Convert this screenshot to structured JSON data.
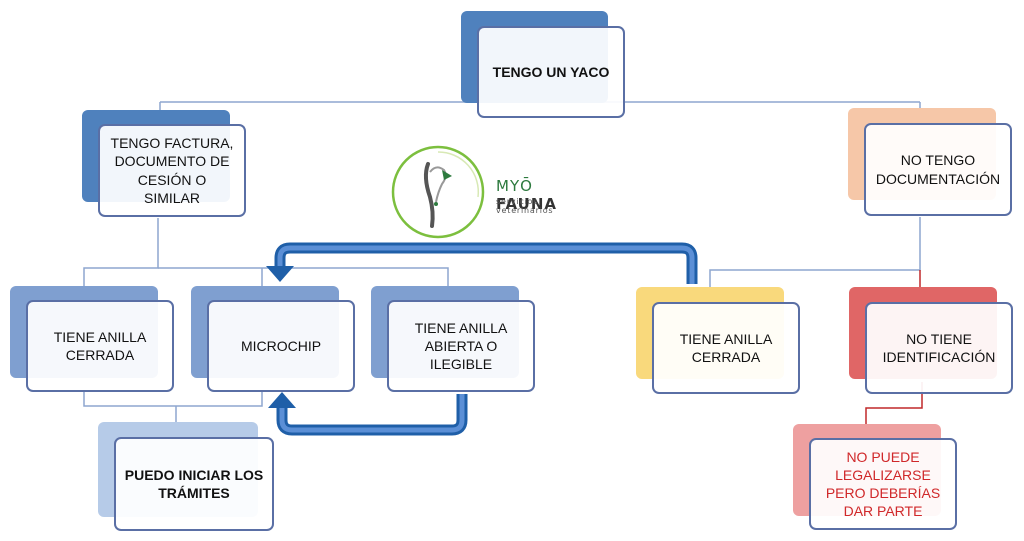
{
  "nodes": {
    "root": "TENGO UN YACO",
    "factura": "TENGO FACTURA, DOCUMENTO DE CESIÓN O SIMILAR",
    "no_doc": "NO TENGO DOCUMENTACIÓN",
    "anilla_cerrada_left": "TIENE ANILLA CERRADA",
    "microchip": "MICROCHIP",
    "anilla_abierta": "TIENE ANILLA ABIERTA O ILEGIBLE",
    "anilla_cerrada_right": "TIENE ANILLA CERRADA",
    "no_identificacion": "NO TIENE IDENTIFICACIÓN",
    "puedo_iniciar": "PUEDO INICIAR LOS TRÁMITES",
    "no_puede": "NO PUEDE LEGALIZARSE PERO DEBERÍAS DAR PARTE"
  },
  "logo": {
    "brand_a": "MYŌ",
    "brand_b": "FAUNA",
    "tagline": "servicios veterinarios"
  },
  "colors": {
    "blue_dark": "#4f81bd",
    "blue_mid": "#7f9fd0",
    "blue_light": "#a9c0e3",
    "peach": "#f6c7a8",
    "yellow": "#f9d97c",
    "red_mid": "#e06666",
    "red_light": "#eea0a0",
    "line_blue": "#8ea6cf",
    "line_red": "#c0282a",
    "arrow": "#1f5fa8",
    "green": "#2d7a3e"
  }
}
